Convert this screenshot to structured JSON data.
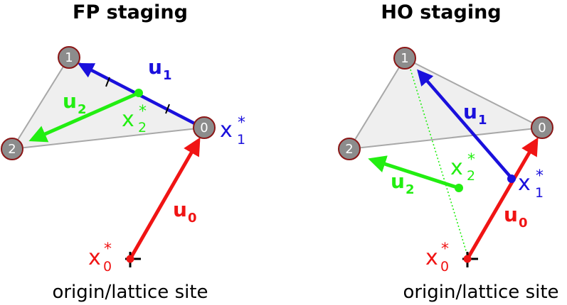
{
  "colors": {
    "red": "#f01414",
    "blue": "#1a10dc",
    "green": "#22ee11",
    "node_fill": "#8c8c8c",
    "node_stroke": "#8a1616",
    "triangle_fill": "#efefef",
    "triangle_stroke": "#a8a8a8"
  },
  "left": {
    "title": "FP staging",
    "caption": "origin/lattice site",
    "nodes": [
      "0",
      "1",
      "2"
    ],
    "u0": "u",
    "u0_sub": "0",
    "u1": "u",
    "u1_sub": "1",
    "u2": "u",
    "u2_sub": "2",
    "x0": "x",
    "x0_sub": "0",
    "x0_star": "*",
    "x1": "x",
    "x1_sub": "1",
    "x1_star": "*",
    "x2": "x",
    "x2_sub": "2",
    "x2_star": "*"
  },
  "right": {
    "title": "HO staging",
    "caption": "origin/lattice site",
    "nodes": [
      "0",
      "1",
      "2"
    ],
    "u0": "u",
    "u0_sub": "0",
    "u1": "u",
    "u1_sub": "1",
    "u2": "u",
    "u2_sub": "2",
    "x0": "x",
    "x0_sub": "0",
    "x0_star": "*",
    "x1": "x",
    "x1_sub": "1",
    "x1_star": "*",
    "x2": "x",
    "x2_sub": "2",
    "x2_star": "*"
  }
}
